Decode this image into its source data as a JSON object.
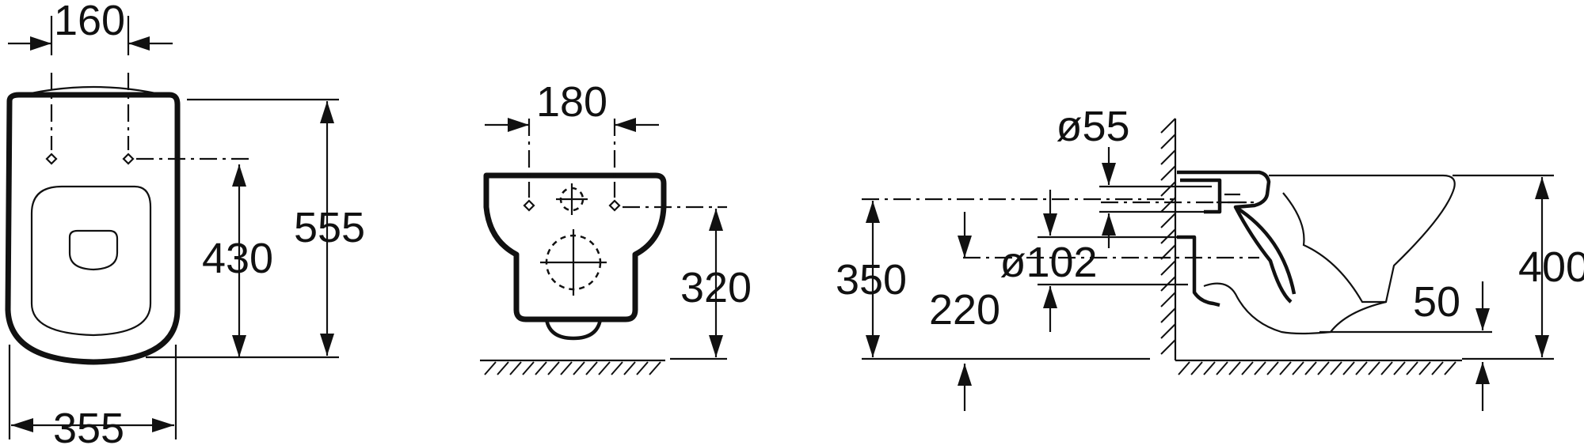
{
  "views": {
    "top": {
      "dim_fixing_spacing": "160",
      "dim_total_length": "555",
      "dim_fixing_to_front": "430",
      "dim_width": "355"
    },
    "front": {
      "dim_fixing_spacing": "180",
      "dim_fixing_height": "320"
    },
    "side": {
      "dim_inlet_diameter": "ø55",
      "dim_outlet_diameter": "ø102",
      "dim_fixing_height": "350",
      "dim_outlet_height": "220",
      "dim_total_height": "400",
      "dim_step": "50"
    }
  }
}
